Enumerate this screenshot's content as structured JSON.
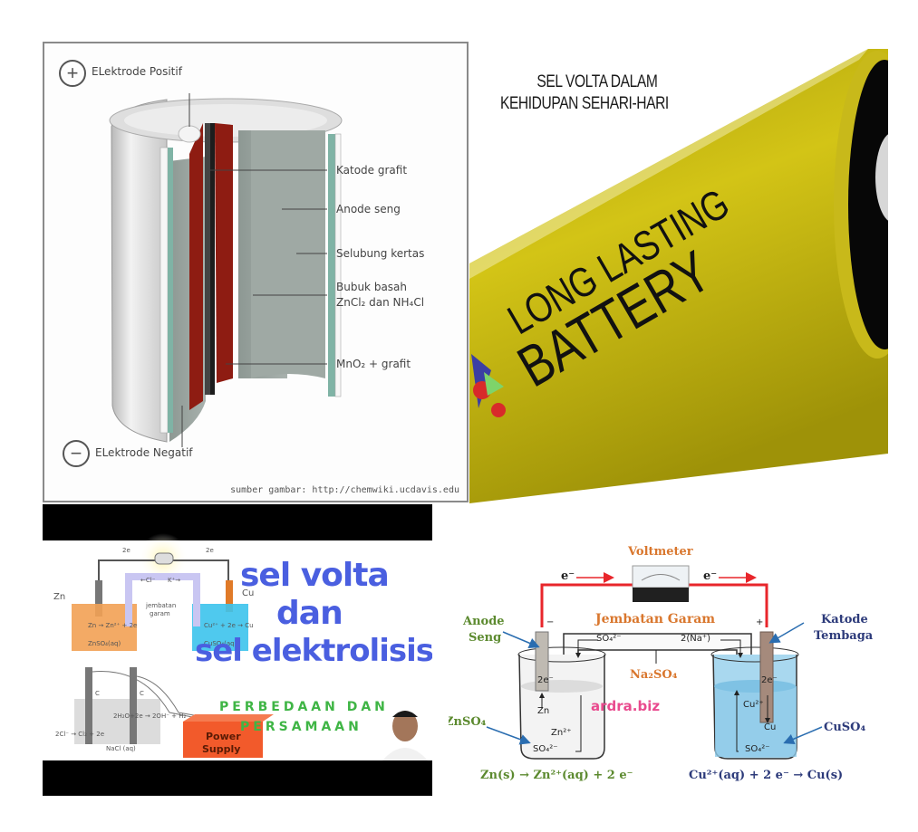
{
  "panel_dry_cell": {
    "positive_label": "ELektrode Positif",
    "negative_label": "ELektrode Negatif",
    "plus_symbol": "+",
    "minus_symbol": "−",
    "labels": {
      "katode": "Katode grafit",
      "anode": "Anode seng",
      "selubung": "Selubung kertas",
      "bubuk_1": "Bubuk basah",
      "bubuk_2": "ZnCl₂ dan NH₄Cl",
      "mno2": "MnO₂ + grafit"
    },
    "source": "sumber gambar: http://chemwiki.ucdavis.edu",
    "colors": {
      "rod": "#8e1c12",
      "paste": "#9aa39e",
      "casing": "#d6d6d6"
    }
  },
  "panel_battery": {
    "title_line1": "SEL VOLTA DALAM",
    "title_line2": "KEHIDUPAN SEHARI-HARI",
    "brand_line1": "LONG LASTING",
    "brand_line2": "BATTERY",
    "colors": {
      "body": "#c9bb12",
      "cap": "#0a0a0a"
    }
  },
  "panel_video": {
    "title_line1": "sel volta",
    "title_line2": "dan",
    "title_line3": "sel elektrolisis",
    "subtitle_line1": "PERBEDAAN DAN",
    "subtitle_line2": "PERSAMAAN",
    "diagram": {
      "e_left": "2e",
      "e_right": "2e",
      "zn": "Zn",
      "cu": "Cu",
      "cl": "←Cl⁻",
      "k": "K⁺→",
      "bridge_1": "jembatan",
      "bridge_2": "garam",
      "zn_reaction": "Zn → Zn²⁺ + 2e",
      "znso4": "ZnSO₄(aq)",
      "cu_reaction": "Cu²⁺ + 2e → Cu",
      "cuso4": "CuSO₄(aq)",
      "electrode_c1": "C",
      "electrode_c2": "C",
      "water_reaction": "2H₂O+2e → 2OH⁻ + H₂",
      "cl_reaction": "2Cl⁻ → Cl₂ + 2e",
      "nacl": "NaCl (aq)",
      "power_1": "Power",
      "power_2": "Supply"
    }
  },
  "panel_galvanic": {
    "voltmeter": "Voltmeter",
    "e_left": "e⁻",
    "e_right": "e⁻",
    "salt_bridge": "Jembatan Garam",
    "anode_1": "Anode",
    "anode_2": "Seng",
    "cathode_1": "Katode",
    "cathode_2": "Tembaga",
    "minus": "−",
    "plus": "+",
    "so4_bridge": "SO₄²⁻",
    "na_bridge": "2(Na⁺)",
    "na2so4": "Na₂SO₄",
    "watermark": "ardra.biz",
    "znso4": "ZnSO₄",
    "cuso4": "CuSO₄",
    "e2_left": "2e⁻",
    "e2_right": "2e⁻",
    "zn": "Zn",
    "zn2": "Zn²⁺",
    "so4_left": "SO₄²⁻",
    "cu2": "Cu²⁺",
    "cu": "Cu",
    "so4_right": "SO₄²⁻",
    "eq_left": "Zn(s) → Zn²⁺(aq) + 2 e⁻",
    "eq_right": "Cu²⁺(aq) + 2 e⁻ → Cu(s)",
    "colors": {
      "wire": "#e8262b",
      "orange": "#d9772e",
      "green": "#5c8a2f",
      "navy": "#2c3a7a",
      "solution": "#8ecbe8"
    }
  }
}
